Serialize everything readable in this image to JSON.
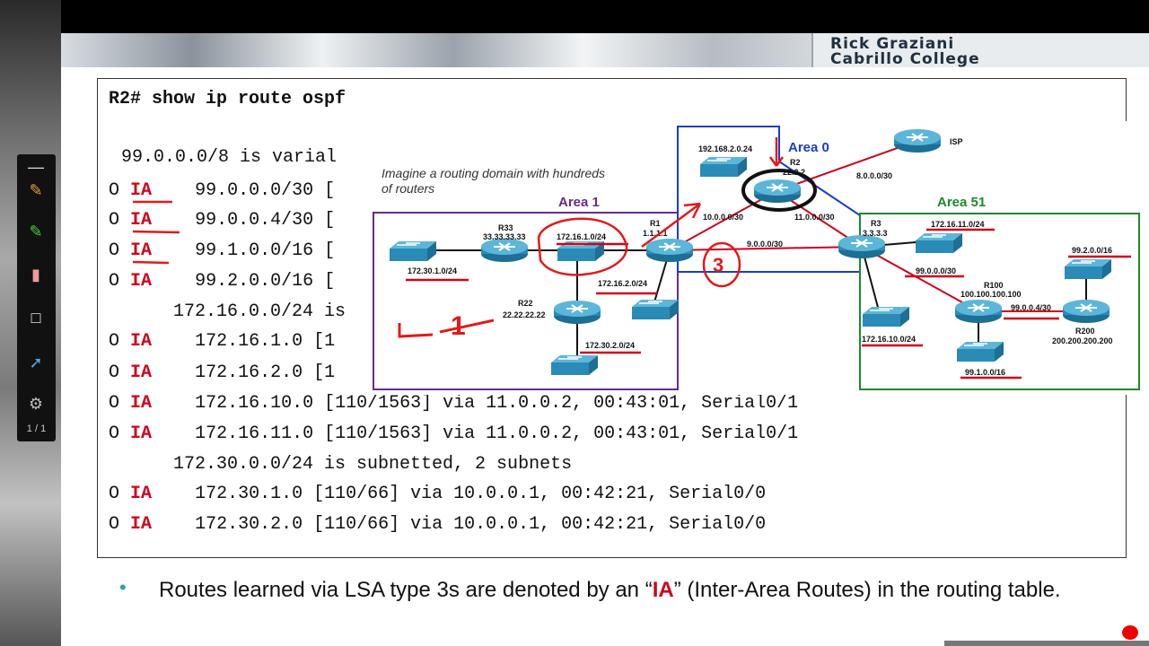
{
  "banner": {
    "credit_line1": "Rick Graziani",
    "credit_line2": "Cabrillo College"
  },
  "terminal": {
    "command": "R2# show ip route ospf",
    "summary1": "99.0.0.0/8 is varial",
    "routes_top": [
      {
        "code": "O",
        "type": "IA",
        "rest": "99.0.0.0/30 ["
      },
      {
        "code": "O",
        "type": "IA",
        "rest": "99.0.0.4/30 ["
      },
      {
        "code": "O",
        "type": "IA",
        "rest": "99.1.0.0/16 ["
      },
      {
        "code": "O",
        "type": "IA",
        "rest": "99.2.0.0/16 ["
      }
    ],
    "summary2": "172.16.0.0/24 is",
    "routes_mid": [
      {
        "code": "O",
        "type": "IA",
        "rest": "172.16.1.0 [1"
      },
      {
        "code": "O",
        "type": "IA",
        "rest": "172.16.2.0 [1"
      },
      {
        "code": "O",
        "type": "IA",
        "rest": "172.16.10.0 [110/1563] via 11.0.0.2, 00:43:01, Serial0/1"
      },
      {
        "code": "O",
        "type": "IA",
        "rest": "172.16.11.0 [110/1563] via 11.0.0.2, 00:43:01, Serial0/1"
      }
    ],
    "summary3": "172.30.0.0/24 is subnetted, 2 subnets",
    "routes_bottom": [
      {
        "code": "O",
        "type": "IA",
        "rest": "172.30.1.0 [110/66] via 10.0.0.1, 00:42:21, Serial0/0"
      },
      {
        "code": "O",
        "type": "IA",
        "rest": "172.30.2.0 [110/66] via 10.0.0.1, 00:42:21, Serial0/0"
      }
    ]
  },
  "diagram": {
    "caption_line1": "Imagine a routing domain with hundreds",
    "caption_line2": "of routers",
    "area0_label": "Area 0",
    "area1_label": "Area 1",
    "area51_label": "Area 51",
    "area0_color": "#1a3bd1",
    "area1_color": "#6a2a8a",
    "area51_color": "#1a8a2a",
    "link_color": "#d0021b",
    "routers": {
      "r33_name": "R33",
      "r33_id": "33.33.33.33",
      "r22_name": "R22",
      "r22_id": "22.22.22.22",
      "r1_name": "R1",
      "r1_id": "1.1.1.1",
      "r2_name": "R2",
      "r2_id": "22.2.2",
      "r3_name": "R3",
      "r3_id": "3.3.3.3",
      "r100_name": "R100",
      "r100_id": "100.100.100.100",
      "r200_name": "R200",
      "r200_id": "200.200.200.200",
      "isp_name": "ISP"
    },
    "networks": {
      "n_r33_lan": "172.30.1.0/24",
      "n_r1_lan1": "172.16.1.0/24",
      "n_r1_lan2": "172.16.2.0/24",
      "n_r22_lan": "172.30.2.0/24",
      "n_r2_lan": "192.168.2.0.24",
      "n_r2_isp": "8.0.0.0/30",
      "n_r1_r2": "10.0.0.0/30",
      "n_r2_r3": "11.0.0.0/30",
      "n_r1_r3": "9.0.0.0/30",
      "n_r3_lan1": "172.16.11.0/24",
      "n_r3_lan2": "172.16.10.0/24",
      "n_r3_r100": "99.0.0.0/30",
      "n_r100_r200": "99.0.0.4/30",
      "n_r100_lan": "99.1.0.0/16",
      "n_r200_lan": "99.2.0.0/16"
    },
    "annotations": {
      "count_area1": "1",
      "count_circle": "3"
    }
  },
  "toolbar": {
    "page_count": "1 / 1"
  },
  "bullet": {
    "prefix": "Routes learned via LSA type 3s  are denoted by an “",
    "highlight": "IA",
    "suffix": "” (Inter-Area Routes) in the routing table."
  }
}
